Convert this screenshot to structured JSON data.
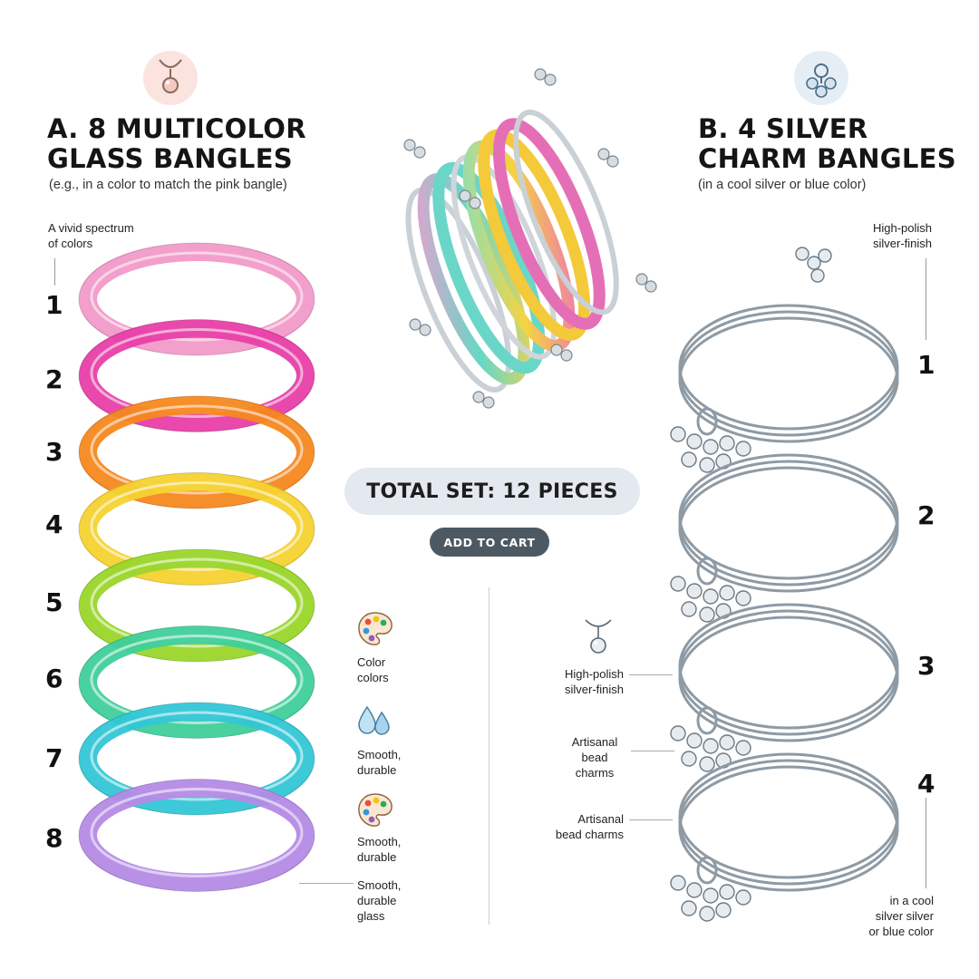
{
  "left": {
    "title_line1": "A. 8 MULTICOLOR",
    "title_line2": "GLASS BANGLES",
    "subtitle": "(e.g., in a color to match the pink bangle)",
    "note_line1": "A vivid spectrum",
    "note_line2": "of colors",
    "bangles": [
      {
        "label": "1",
        "color": "#f19ac9"
      },
      {
        "label": "2",
        "color": "#e83fa8"
      },
      {
        "label": "3",
        "color": "#f5881f"
      },
      {
        "label": "4",
        "color": "#f6d230"
      },
      {
        "label": "5",
        "color": "#9ad62a"
      },
      {
        "label": "6",
        "color": "#3fcf9a"
      },
      {
        "label": "7",
        "color": "#33c6d6"
      },
      {
        "label": "8",
        "color": "#b48be6"
      }
    ],
    "features": [
      {
        "icon": "palette-icon",
        "line1": "Color",
        "line2": "colors",
        "line3": ""
      },
      {
        "icon": "water-drops-icon",
        "line1": "Smooth,",
        "line2": "durable",
        "line3": ""
      },
      {
        "icon": "palette-icon",
        "line1": "Smooth,",
        "line2": "durable",
        "line3": ""
      },
      {
        "icon": "",
        "line1": "Smooth,",
        "line2": "durable",
        "line3": "glass"
      }
    ]
  },
  "right": {
    "title_line1": "B. 4 SILVER",
    "title_line2": "CHARM BANGLES",
    "subtitle": "(in a cool silver or blue color)",
    "note_line1": "High-polish",
    "note_line2": "silver-finish",
    "bangles": [
      {
        "label": "1"
      },
      {
        "label": "2"
      },
      {
        "label": "3"
      },
      {
        "label": "4"
      }
    ],
    "callouts": [
      {
        "line1": "High-polish",
        "line2": "silver-finish",
        "line3": ""
      },
      {
        "line1": "Artisanal",
        "line2": "bead",
        "line3": "charms"
      },
      {
        "line1": "Artisanal",
        "line2": "bead charms",
        "line3": ""
      }
    ],
    "footer_line1": "in a cool",
    "footer_line2": "silver silver",
    "footer_line3": "or blue color"
  },
  "center": {
    "total": "TOTAL SET: 12 PIECES",
    "cart_label": "ADD TO CART"
  },
  "colors": {
    "silver": "#8e9aa4",
    "badge_pink": "#fbe3df",
    "badge_blue": "#e6eef5",
    "pill": "#e3e9ee",
    "button": "#4d5962"
  }
}
